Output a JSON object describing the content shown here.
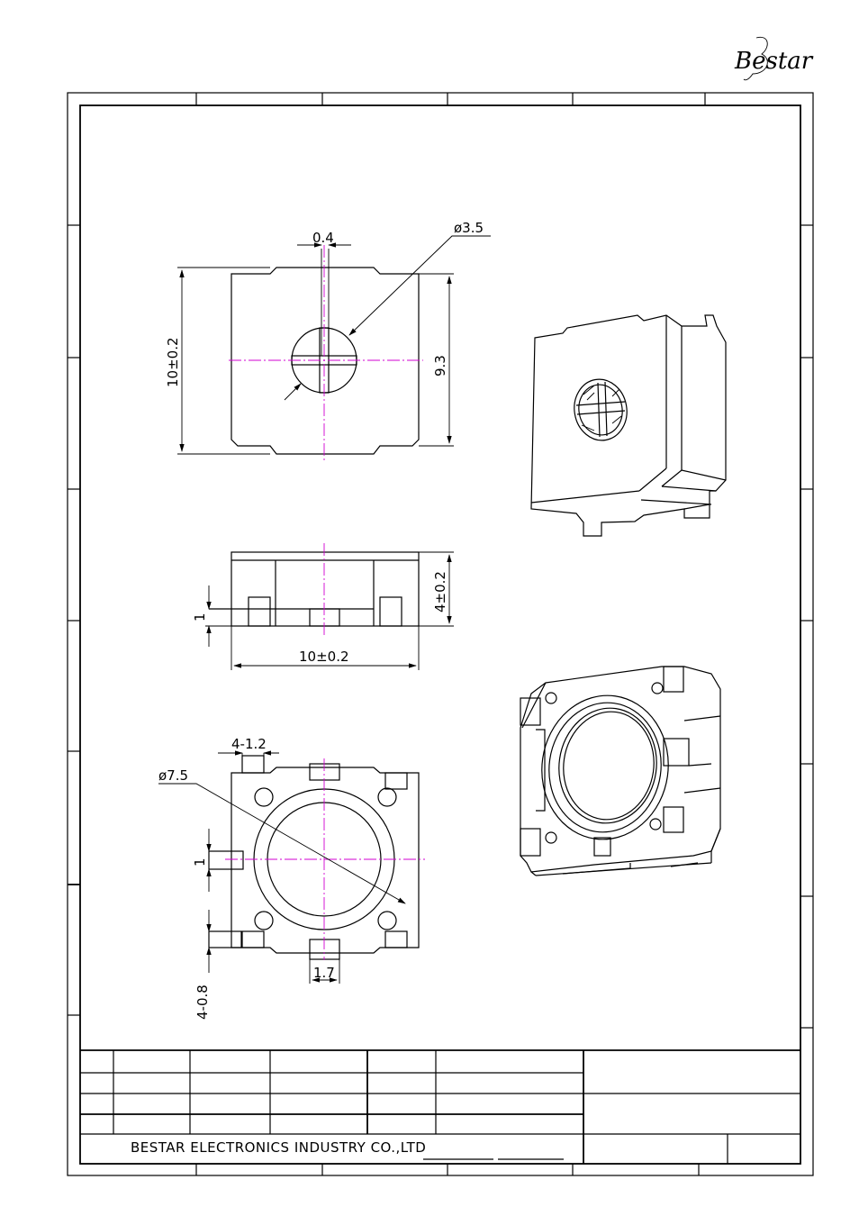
{
  "logo": {
    "text": "Bestar"
  },
  "company": "BESTAR ELECTRONICS INDUSTRY CO.,LTD",
  "dimensions": {
    "slot_width": "0.4",
    "knob_diameter": "ø3.5",
    "body_length_top": "10±0.2",
    "body_height_top": "9.3",
    "side_height": "4±0.2",
    "side_length": "10±0.2",
    "side_terminal": "1",
    "pad_count_width": "4-1.2",
    "ring_diameter": "ø7.5",
    "bottom_terminal": "1",
    "pad_pitch": "1.7",
    "pad_count_height": "4-0.8"
  }
}
